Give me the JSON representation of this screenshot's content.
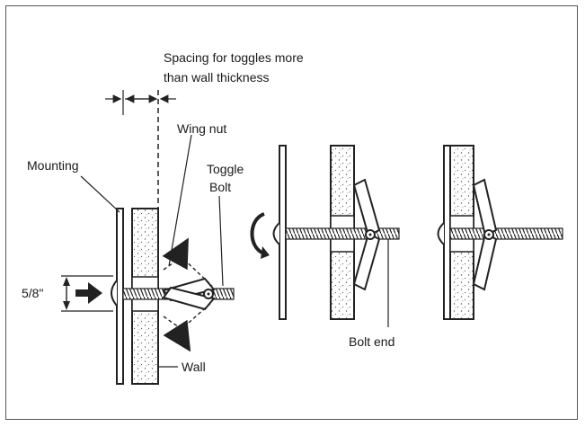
{
  "labels": {
    "spacing_line1": "Spacing for toggles more",
    "spacing_line2": "than wall thickness",
    "wing_nut": "Wing nut",
    "toggle_line1": "Toggle",
    "toggle_line2": "Bolt",
    "mounting": "Mounting",
    "dimension": "5/8\"",
    "wall": "Wall",
    "bolt_end": "Bolt end"
  }
}
